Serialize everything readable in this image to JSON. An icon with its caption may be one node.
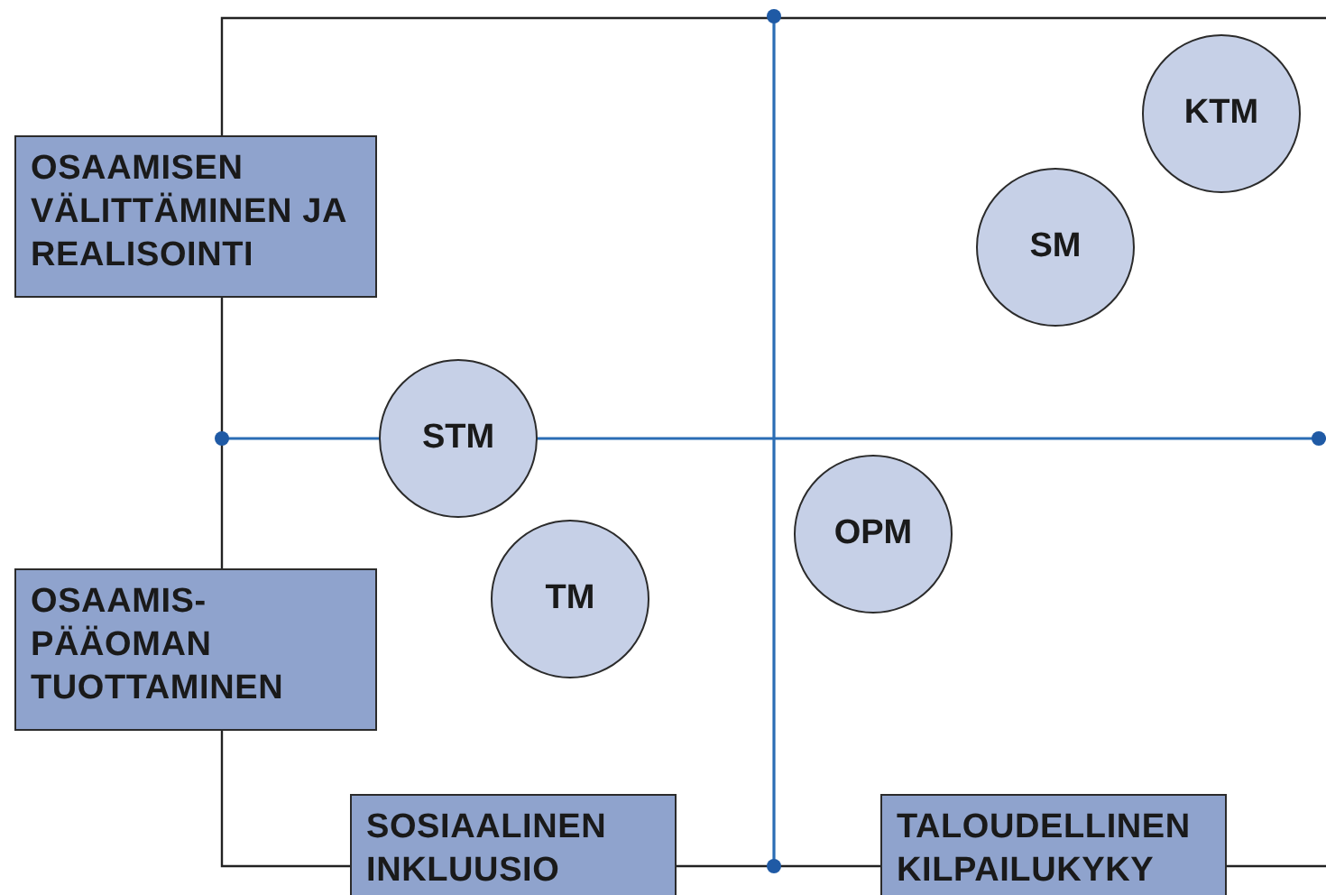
{
  "diagram": {
    "nodes": [
      {
        "text": [
          "KTM"
        ]
      },
      {
        "text": [
          "OSAAMISEN VÄLITTÄMINEN JA REALISOINTI"
        ]
      },
      {
        "text": [
          "SM"
        ]
      },
      {
        "text": [
          "STM"
        ]
      },
      {
        "text": [
          "OPM"
        ]
      },
      {
        "text": [
          "OSAAMIS- PÄÄOMAN TUOTTAMINEN"
        ]
      },
      {
        "text": [
          "TM"
        ]
      },
      {
        "text": [
          "SOSIAALINEN INKLUUSIO"
        ]
      },
      {
        "text": [
          "TALOUDELLINEN KILPAILUKYKY"
        ]
      }
    ]
  }
}
